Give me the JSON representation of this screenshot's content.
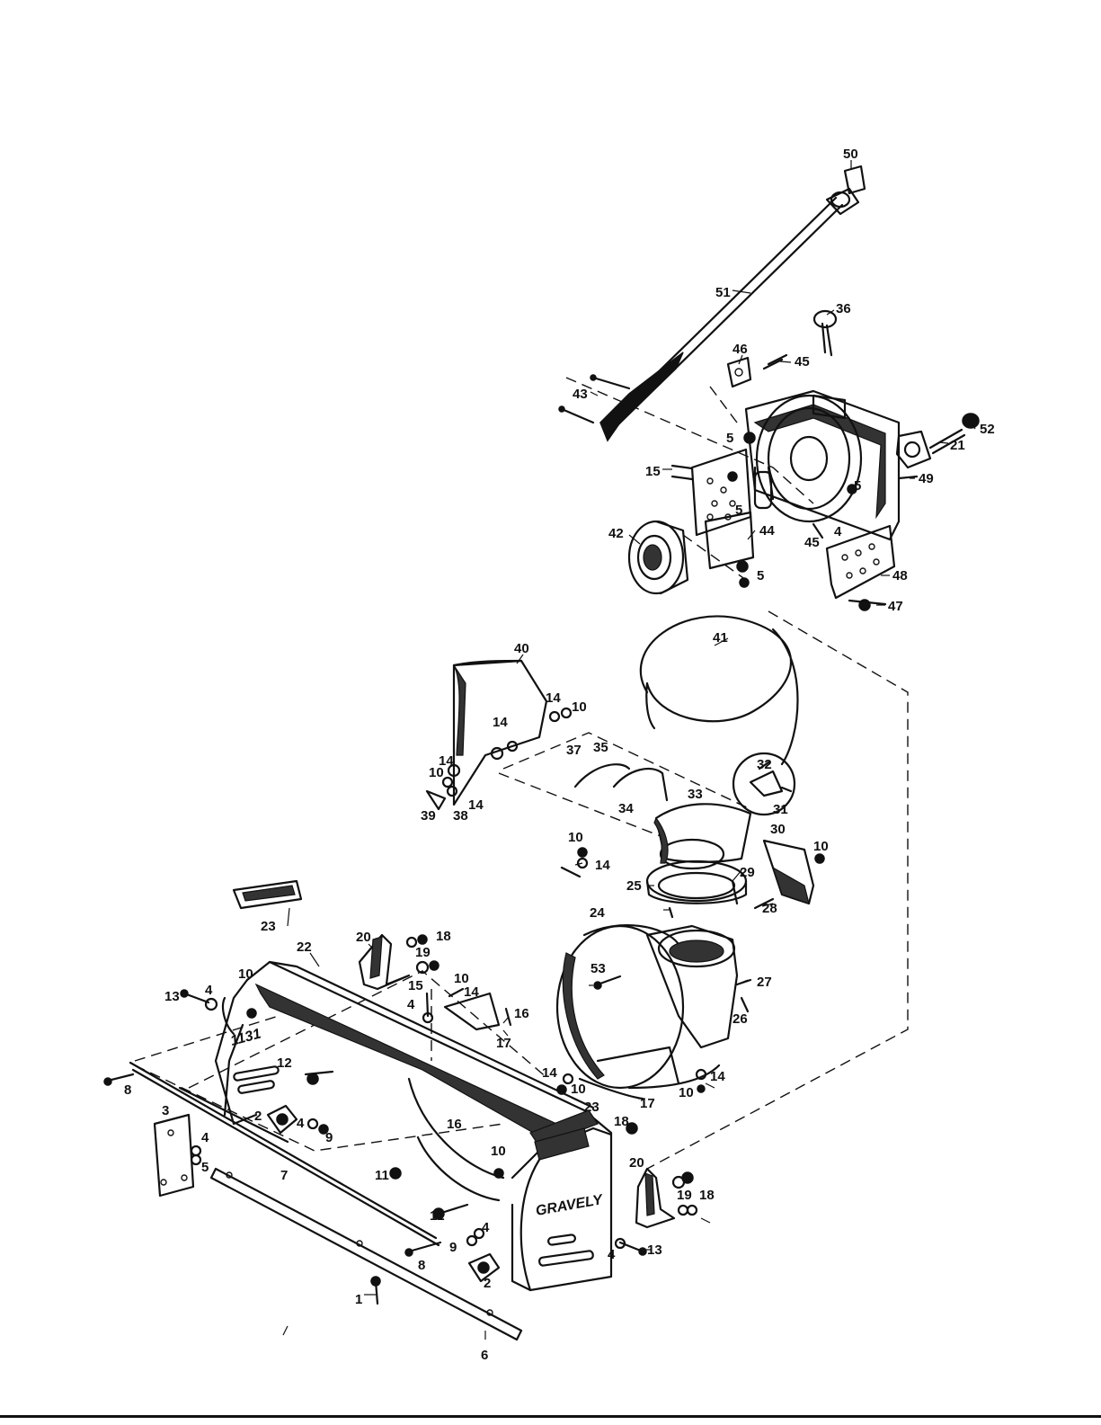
{
  "diagram": {
    "brand_marking": "GRAVELY",
    "side_marking": "1131",
    "callouts": [
      "1",
      "2",
      "3",
      "4",
      "5",
      "6",
      "7",
      "8",
      "9",
      "10",
      "11",
      "12",
      "13",
      "14",
      "15",
      "16",
      "17",
      "18",
      "19",
      "20",
      "21",
      "22",
      "23",
      "24",
      "25",
      "26",
      "27",
      "28",
      "29",
      "30",
      "31",
      "32",
      "33",
      "34",
      "35",
      "36",
      "37",
      "38",
      "39",
      "40",
      "41",
      "42",
      "43",
      "44",
      "45",
      "46",
      "47",
      "48",
      "49",
      "50",
      "51",
      "52",
      "53"
    ]
  }
}
